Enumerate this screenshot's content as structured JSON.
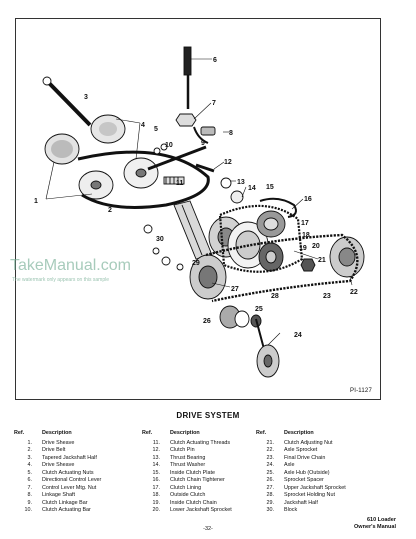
{
  "figure_code": "PI-1127",
  "callouts": [
    "1",
    "2",
    "3",
    "4",
    "5",
    "6",
    "7",
    "8",
    "9",
    "10",
    "11",
    "12",
    "13",
    "14",
    "15",
    "16",
    "17",
    "18",
    "19",
    "20",
    "21",
    "22",
    "23",
    "24",
    "25",
    "26",
    "27",
    "28",
    "29",
    "30"
  ],
  "watermark": {
    "main": "TakeManual.com",
    "sub": "The watermark only appears on this sample"
  },
  "section_title": "DRIVE SYSTEM",
  "table_headers": {
    "ref": "Ref.",
    "desc": "Description"
  },
  "parts_col1": [
    {
      "ref": "1.",
      "desc": "Drive Sheave"
    },
    {
      "ref": "2.",
      "desc": "Drive Belt"
    },
    {
      "ref": "3.",
      "desc": "Tapered Jackshaft Half"
    },
    {
      "ref": "4.",
      "desc": "Drive Sheave"
    },
    {
      "ref": "5.",
      "desc": "Clutch Actuating Nuts"
    },
    {
      "ref": "6.",
      "desc": "Directional Control Lever"
    },
    {
      "ref": "7.",
      "desc": "Control Lever Mtg. Nut"
    },
    {
      "ref": "8.",
      "desc": "Linkage Shaft"
    },
    {
      "ref": "9.",
      "desc": "Clutch Linkage Bar"
    },
    {
      "ref": "10.",
      "desc": "Clutch Actuating Bar"
    }
  ],
  "parts_col2": [
    {
      "ref": "11.",
      "desc": "Clutch Actuating Threads"
    },
    {
      "ref": "12.",
      "desc": "Clutch Pin"
    },
    {
      "ref": "13.",
      "desc": "Thrust Bearing"
    },
    {
      "ref": "14.",
      "desc": "Thrust Washer"
    },
    {
      "ref": "15.",
      "desc": "Inside Clutch Plate"
    },
    {
      "ref": "16.",
      "desc": "Clutch Chain Tightener"
    },
    {
      "ref": "17.",
      "desc": "Clutch Lining"
    },
    {
      "ref": "18.",
      "desc": "Outside Clutch"
    },
    {
      "ref": "19.",
      "desc": "Inside Clutch Chain"
    },
    {
      "ref": "20.",
      "desc": "Lower Jackshaft Sprocket"
    }
  ],
  "parts_col3": [
    {
      "ref": "21.",
      "desc": "Clutch Adjusting Nut"
    },
    {
      "ref": "22.",
      "desc": "Axle Sprocket"
    },
    {
      "ref": "23.",
      "desc": "Final Drive Chain"
    },
    {
      "ref": "24.",
      "desc": "Axle"
    },
    {
      "ref": "25.",
      "desc": "Axle Hub (Outside)"
    },
    {
      "ref": "26.",
      "desc": "Sprocket Spacer"
    },
    {
      "ref": "27.",
      "desc": "Upper Jackshaft Sprocket"
    },
    {
      "ref": "28.",
      "desc": "Sprocket Holding Nut"
    },
    {
      "ref": "29.",
      "desc": "Jackshaft Half"
    },
    {
      "ref": "30.",
      "desc": "Block"
    }
  ],
  "page_number": "-32-",
  "footer": {
    "line1": "610 Loader",
    "line2": "Owner's Manual"
  }
}
